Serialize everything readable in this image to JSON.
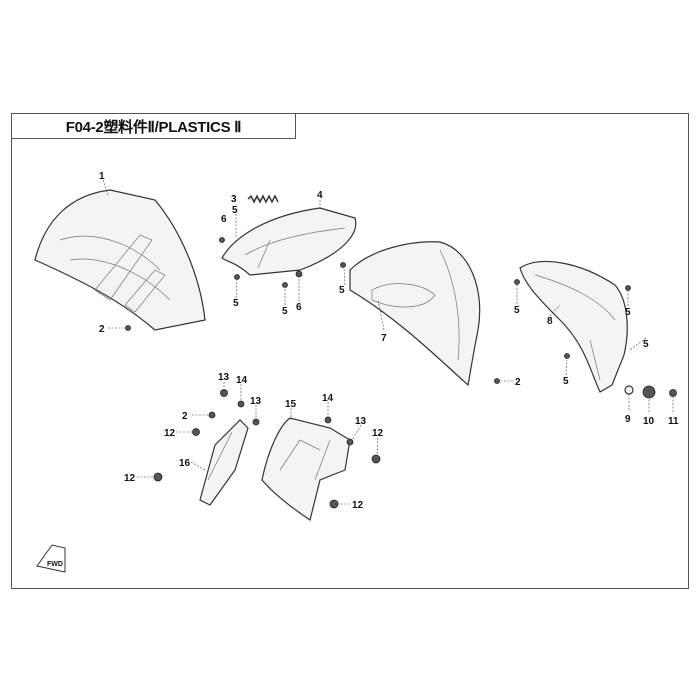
{
  "title": "F04-2塑料件Ⅱ/PLASTICS Ⅱ",
  "orientation_mark": "FWD",
  "callouts": [
    "1",
    "2",
    "3",
    "4",
    "6",
    "5",
    "5",
    "5",
    "6",
    "5",
    "7",
    "2",
    "5",
    "8",
    "5",
    "5",
    "5",
    "9",
    "10",
    "11",
    "13",
    "14",
    "2",
    "13",
    "12",
    "15",
    "14",
    "13",
    "12",
    "16",
    "12",
    "12"
  ]
}
